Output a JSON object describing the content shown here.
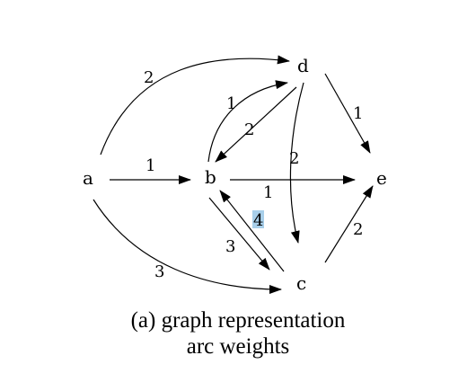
{
  "nodes": [
    {
      "id": "a",
      "label": "a"
    },
    {
      "id": "b",
      "label": "b"
    },
    {
      "id": "c",
      "label": "c"
    },
    {
      "id": "d",
      "label": "d"
    },
    {
      "id": "e",
      "label": "e"
    }
  ],
  "edges": [
    {
      "id": "a-d",
      "from": "a",
      "to": "d",
      "weight": "2"
    },
    {
      "id": "a-b",
      "from": "a",
      "to": "b",
      "weight": "1"
    },
    {
      "id": "a-c",
      "from": "a",
      "to": "c",
      "weight": "3"
    },
    {
      "id": "b-d",
      "from": "b",
      "to": "d",
      "weight": "1"
    },
    {
      "id": "d-b",
      "from": "d",
      "to": "b",
      "weight": "2"
    },
    {
      "id": "d-c",
      "from": "d",
      "to": "c",
      "weight": "2"
    },
    {
      "id": "d-e",
      "from": "d",
      "to": "e",
      "weight": "1"
    },
    {
      "id": "b-e",
      "from": "b",
      "to": "e",
      "weight": "1"
    },
    {
      "id": "b-c",
      "from": "b",
      "to": "c",
      "weight": "3"
    },
    {
      "id": "c-b",
      "from": "c",
      "to": "b",
      "weight": "4",
      "highlighted": true
    },
    {
      "id": "c-e",
      "from": "c",
      "to": "e",
      "weight": "2"
    }
  ],
  "caption": {
    "line1": "(a) graph representation",
    "line2": "arc weights"
  },
  "colors": {
    "stroke": "#000000",
    "highlight": "#a8cfea"
  }
}
